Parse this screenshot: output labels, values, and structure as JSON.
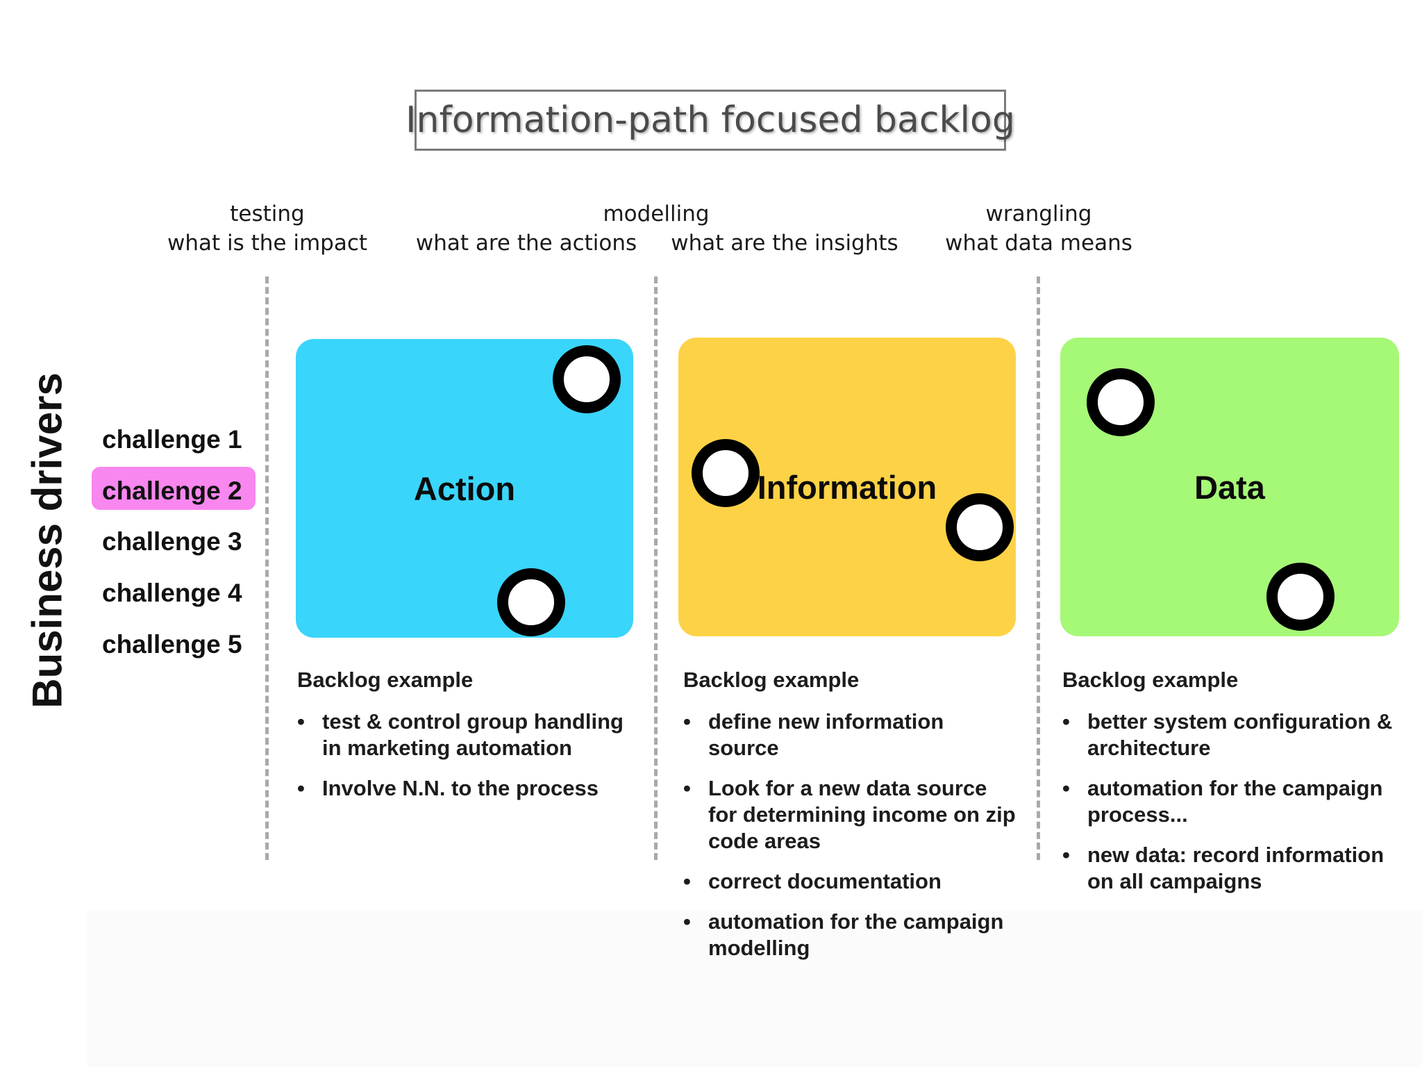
{
  "title": "Information-path focused backlog",
  "stages": [
    {
      "name": "testing",
      "question": "what is the impact"
    },
    {
      "name": "modelling",
      "questions": [
        "what are the actions",
        "what are the insights"
      ]
    },
    {
      "name": "wrangling",
      "question": "what data means"
    }
  ],
  "drivers": {
    "title": "Business drivers",
    "items": [
      "challenge 1",
      "challenge 2",
      "challenge 3",
      "challenge 4",
      "challenge 5"
    ],
    "highlighted_index": 1,
    "highlight_color": "#f887ef"
  },
  "cards": [
    {
      "label": "Action",
      "color": "#3ad5fb",
      "backlog_title": "Backlog example",
      "backlog": [
        "test & control group handling in marketing automation",
        "Involve N.N. to the process"
      ]
    },
    {
      "label": "Information",
      "color": "#fed246",
      "backlog_title": "Backlog example",
      "backlog": [
        "define new information source",
        "Look for a new data source for determining income on zip code areas",
        "correct documentation",
        "automation for the campaign modelling"
      ]
    },
    {
      "label": "Data",
      "color": "#a6f877",
      "backlog_title": "Backlog example",
      "backlog": [
        "better system configuration & architecture",
        "automation for the campaign process...",
        "new data: record information on all campaigns"
      ]
    }
  ]
}
